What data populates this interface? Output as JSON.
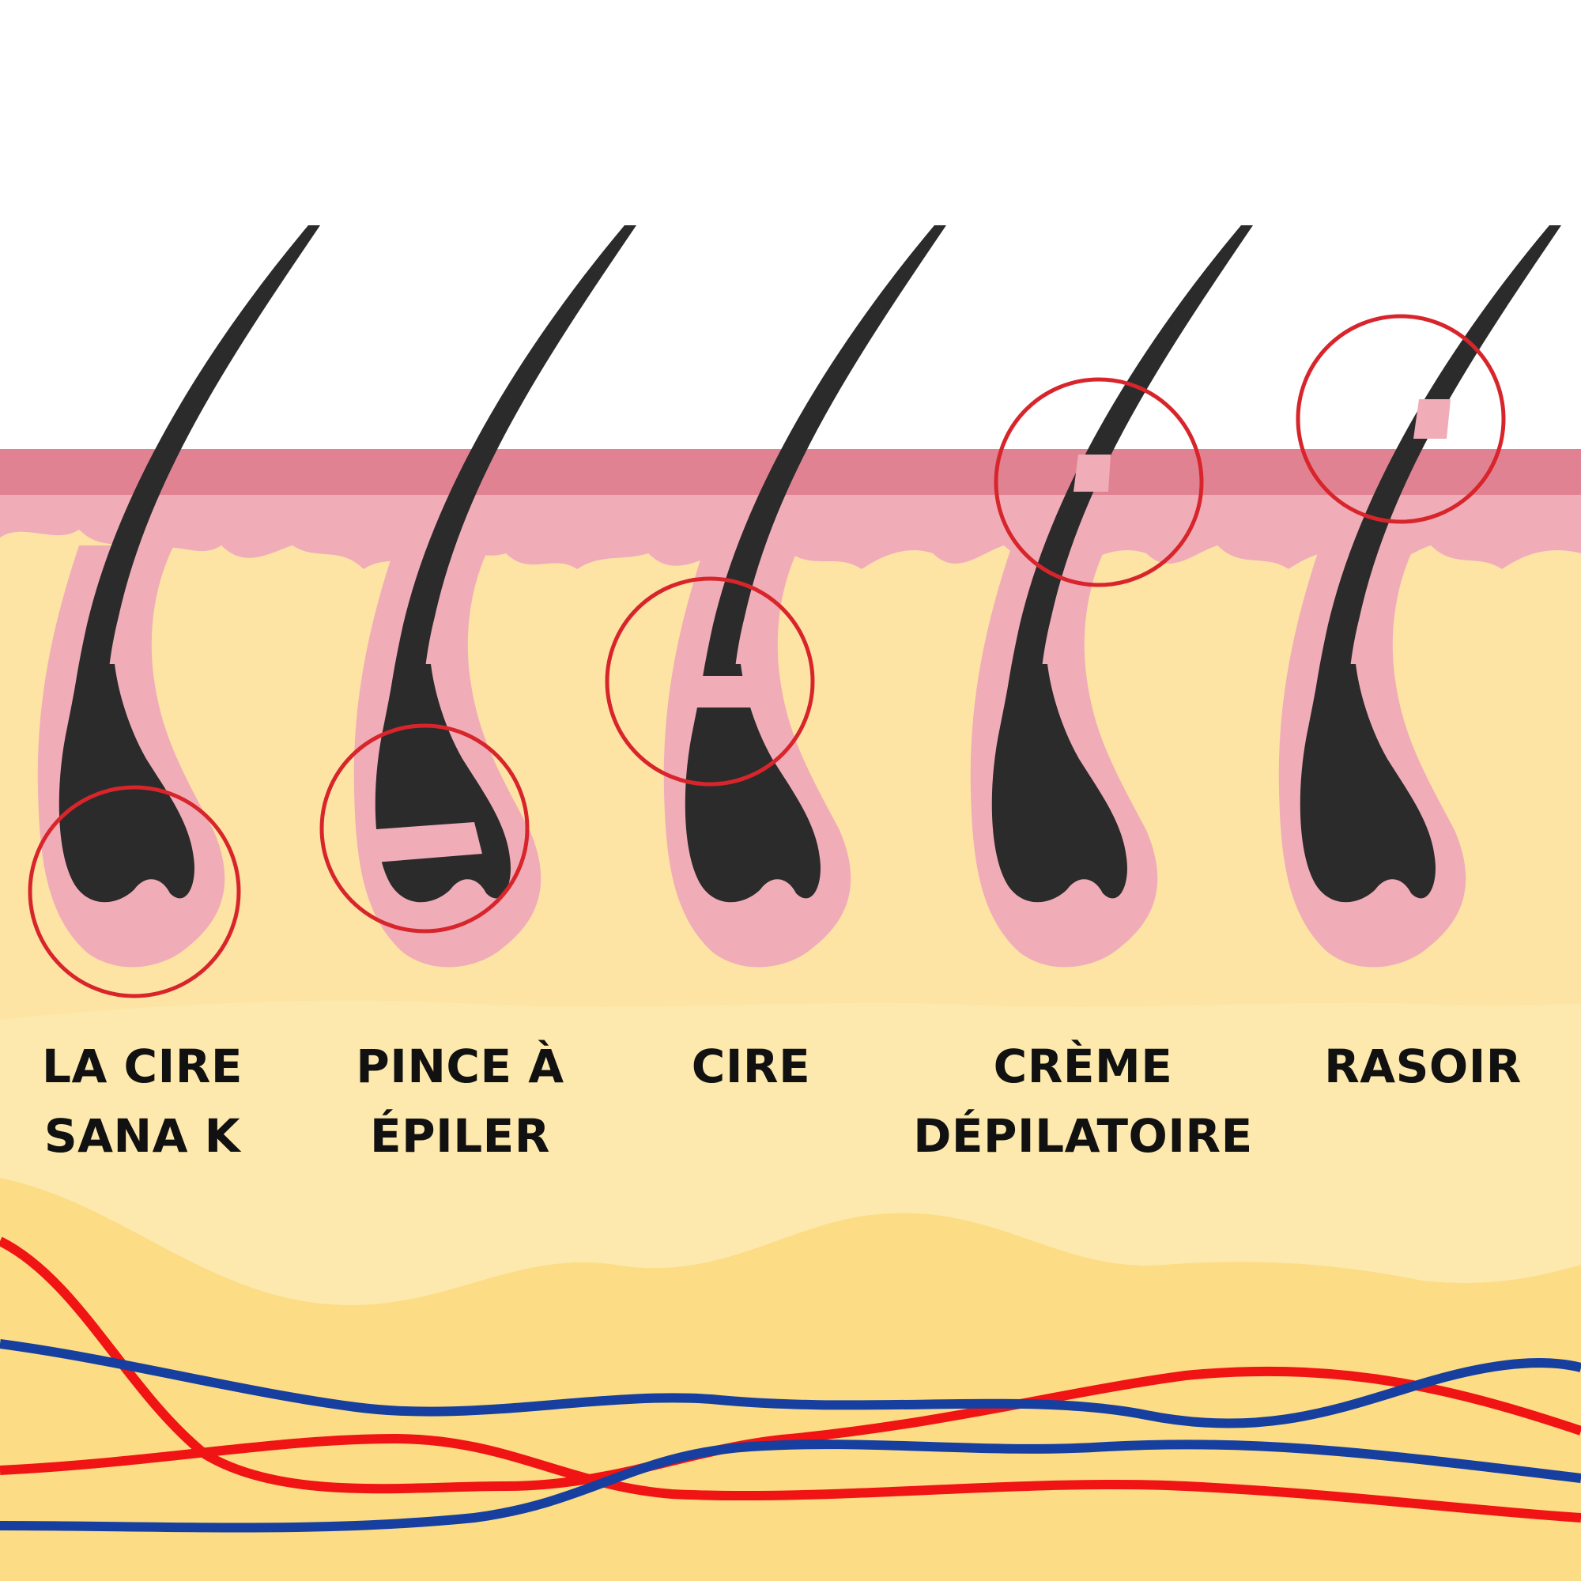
{
  "colors": {
    "background": "#ffffff",
    "epidermis_dark": "#e08292",
    "epidermis_light": "#f0adb8",
    "dermis": "#fde4a4",
    "dermis_lower": "#fde9ad",
    "hypodermis": "#fcdc85",
    "hair": "#2b2b2b",
    "circle": "#d8252b",
    "artery": "#f01414",
    "vein": "#163fa0",
    "label_text": "#111111"
  },
  "methods": [
    {
      "id": "sana-k",
      "label_lines": [
        "LA CIRE",
        "SANA K"
      ],
      "cut_zone": "root-bulb",
      "icon": "hair-follicle-icon"
    },
    {
      "id": "pince",
      "label_lines": [
        "PINCE À",
        "ÉPILER"
      ],
      "cut_zone": "lower-follicle",
      "icon": "hair-follicle-icon"
    },
    {
      "id": "cire",
      "label_lines": [
        "CIRE",
        ""
      ],
      "cut_zone": "mid-follicle",
      "icon": "hair-follicle-icon"
    },
    {
      "id": "creme",
      "label_lines": [
        "CRÈME",
        "DÉPILATOIRE"
      ],
      "cut_zone": "skin-surface",
      "icon": "hair-follicle-icon"
    },
    {
      "id": "rasoir",
      "label_lines": [
        "RASOIR",
        ""
      ],
      "cut_zone": "above-skin",
      "icon": "hair-follicle-icon"
    }
  ]
}
